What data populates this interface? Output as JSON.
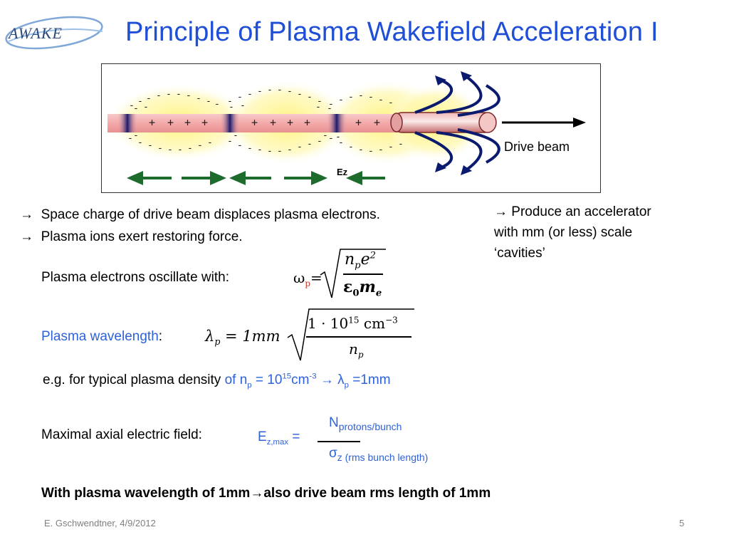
{
  "slide": {
    "title": "Principle of Plasma Wakefield Acceleration I",
    "logo_text": "AWAKE",
    "diagram": {
      "drive_beam_label": "Drive beam",
      "ez_label": "Ez",
      "plus": "+",
      "minus": "-"
    },
    "bullets": [
      {
        "arrow": "→",
        "text": "Space charge of drive beam displaces plasma electrons."
      },
      {
        "arrow": "→",
        "text": "Plasma ions exert restoring force."
      }
    ],
    "side_note": {
      "arrow": "→",
      "line1": "Produce an accelerator",
      "line2": "with mm (or less) scale",
      "line3": "‘cavities’"
    },
    "oscillate": {
      "label": "Plasma electrons oscillate with:",
      "lhs": "ω",
      "lhs_sub": "p",
      "eq": "=",
      "num_n": "n",
      "num_sub": "p",
      "num_e": "e",
      "num_sup": "2",
      "den_eps": "ε",
      "den_eps_sub": "0",
      "den_m": "m",
      "den_m_sub": "e"
    },
    "wavelength": {
      "label": "Plasma wavelength",
      "colon": ":",
      "lhs": "λ",
      "lhs_sub": "p",
      "eq_val": " = 1mm",
      "num": "1 · 10",
      "num_sup": "15",
      "num_unit": " cm",
      "num_unit_sup": "−3",
      "den": "n",
      "den_sub": "p"
    },
    "example": {
      "prefix": "e.g. for typical plasma density ",
      "of_n": "of n",
      "of_n_sub": "p",
      "eq_val": " = 10",
      "val_sup": "15",
      "unit": "cm",
      "unit_sup": "-3",
      "arrow": " → ",
      "lam": "λ",
      "lam_sub": "p",
      "result": " =1mm"
    },
    "field": {
      "label": "Maximal axial electric field:",
      "lhs": "E",
      "lhs_sub": "z,max",
      "eq": " = ",
      "num": "N",
      "num_sub": "protons/bunch",
      "den": "σ",
      "den_sub": "z (rms bunch length)"
    },
    "conclusion": {
      "part1": "With plasma wavelength of 1mm",
      "arrow": "→",
      "part2": "also drive beam rms length of 1mm"
    },
    "footer": {
      "author_date": "E. Gschwendtner, 4/9/2012",
      "page": "5"
    },
    "colors": {
      "title": "#1f4fd6",
      "accent_text": "#2e62d9",
      "beam_arrow": "#0a1a6e",
      "field_arrow": "#1e6b2e",
      "glow": "#fff27a"
    }
  }
}
